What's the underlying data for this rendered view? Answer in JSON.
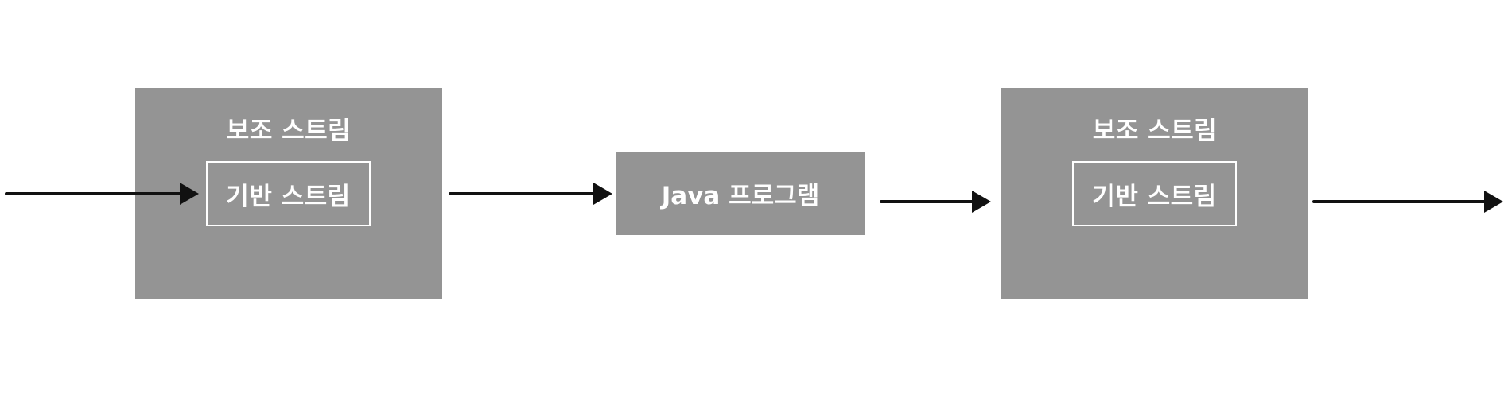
{
  "diagram": {
    "left_aux_stream": {
      "title": "보조 스트림",
      "inner_label": "기반 스트림"
    },
    "program": {
      "label": "Java 프로그램"
    },
    "right_aux_stream": {
      "title": "보조 스트림",
      "inner_label": "기반 스트림"
    }
  },
  "colors": {
    "box_fill": "#949494",
    "text": "#ffffff",
    "arrow": "#111111"
  }
}
